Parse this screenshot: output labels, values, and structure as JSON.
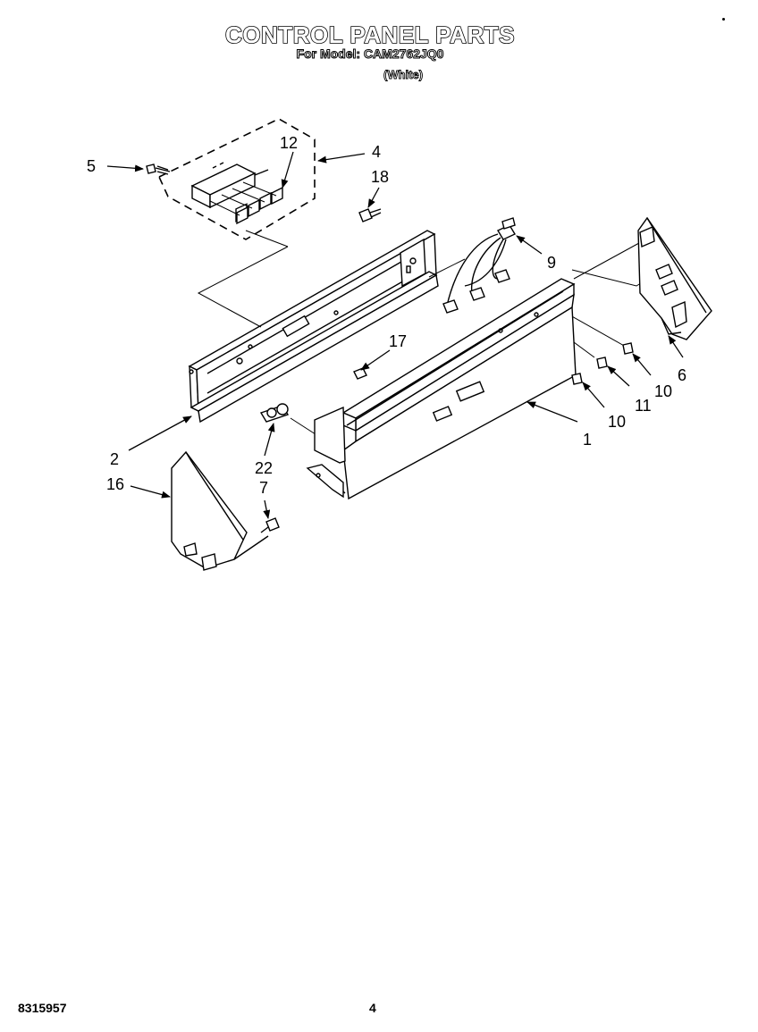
{
  "header": {
    "title": "CONTROL PANEL PARTS",
    "subtitle": "For Model: CAM2762JQ0",
    "color": "(White)"
  },
  "callouts": [
    {
      "id": "5",
      "label": "5"
    },
    {
      "id": "12",
      "label": "12"
    },
    {
      "id": "4",
      "label": "4"
    },
    {
      "id": "18",
      "label": "18"
    },
    {
      "id": "9",
      "label": "9"
    },
    {
      "id": "17",
      "label": "17"
    },
    {
      "id": "10a",
      "label": "10"
    },
    {
      "id": "6",
      "label": "6"
    },
    {
      "id": "11",
      "label": "11"
    },
    {
      "id": "10b",
      "label": "10"
    },
    {
      "id": "1",
      "label": "1"
    },
    {
      "id": "2",
      "label": "2"
    },
    {
      "id": "22",
      "label": "22"
    },
    {
      "id": "16",
      "label": "16"
    },
    {
      "id": "7",
      "label": "7"
    }
  ],
  "footer": {
    "doc_number": "8315957",
    "page_number": "4"
  }
}
